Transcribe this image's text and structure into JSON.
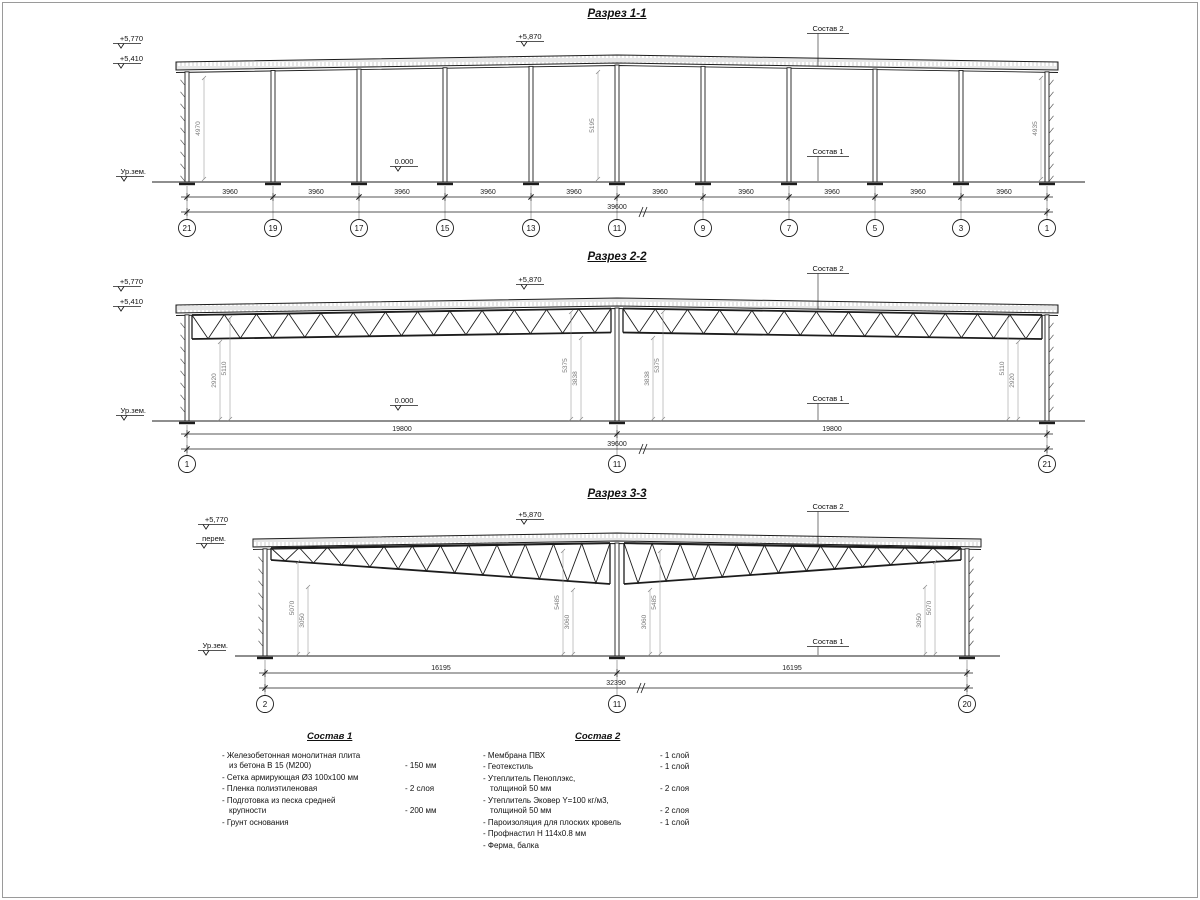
{
  "colors": {
    "line": "#1c1c1c",
    "background": "#ffffff"
  },
  "sections": [
    {
      "title": "Разрез 1-1",
      "elev_top1": "+5,770",
      "elev_top2": "+5,410",
      "elev_ridge": "+5,870",
      "elev_zero": "0.000",
      "ground_label": "Ур.зем.",
      "callout_roof": "Состав 2",
      "callout_floor": "Состав 1",
      "bay_dims": [
        "3960",
        "3960",
        "3960",
        "3960",
        "3960",
        "3960",
        "3960",
        "3960",
        "3960",
        "3960"
      ],
      "total_dim": "39600",
      "grid_bubbles": [
        "21",
        "19",
        "17",
        "15",
        "13",
        "11",
        "9",
        "7",
        "5",
        "3",
        "1"
      ],
      "vertical_dims": [
        "4970",
        "5195",
        "4935"
      ]
    },
    {
      "title": "Разрез 2-2",
      "elev_top1": "+5,770",
      "elev_top2": "+5,410",
      "elev_ridge": "+5,870",
      "elev_zero": "0.000",
      "ground_label": "Ур.зем.",
      "callout_roof": "Состав 2",
      "callout_floor": "Состав 1",
      "bay_dims": [
        "19800",
        "19800"
      ],
      "total_dim": "39600",
      "grid_bubbles": [
        "1",
        "11",
        "21"
      ],
      "vertical_dims": [
        "2920",
        "5110",
        "5375",
        "3838",
        "3838",
        "5375",
        "5110",
        "2920"
      ]
    },
    {
      "title": "Разрез 3-3",
      "elev_top1": "+5,770",
      "elev_top2": "перем.",
      "elev_ridge": "+5,870",
      "ground_label": "Ур.зем.",
      "callout_roof": "Состав 2",
      "callout_floor": "Состав 1",
      "bay_dims": [
        "16195",
        "16195"
      ],
      "total_dim": "32390",
      "grid_bubbles": [
        "2",
        "11",
        "20"
      ],
      "vertical_dims": [
        "5070",
        "3050",
        "5485",
        "3060",
        "3060",
        "5485",
        "3050",
        "5070"
      ]
    }
  ],
  "legends": [
    {
      "title": "Состав 1",
      "items": [
        {
          "lines": [
            "- Железобетонная  монолитная плита",
            "из бетона В 15 (М200)"
          ],
          "value": "- 150 мм"
        },
        {
          "lines": [
            "- Сетка армирующая Ø3 100x100 мм"
          ],
          "value": ""
        },
        {
          "lines": [
            "- Пленка полиэтиленовая"
          ],
          "value": "- 2 слоя"
        },
        {
          "lines": [
            "- Подготовка из песка средней",
            "крупности"
          ],
          "value": "- 200 мм"
        },
        {
          "lines": [
            "- Грунт основания"
          ],
          "value": ""
        }
      ]
    },
    {
      "title": "Состав 2",
      "items": [
        {
          "lines": [
            "- Мембрана ПВХ"
          ],
          "value": "- 1 слой"
        },
        {
          "lines": [
            "- Геотекстиль"
          ],
          "value": "- 1 слой"
        },
        {
          "lines": [
            "- Утеплитель Пеноплэкс,",
            "толщиной 50 мм"
          ],
          "value": "- 2 слоя"
        },
        {
          "lines": [
            "- Утеплитель Эковер Y=100 кг/м3,",
            "толщиной 50 мм"
          ],
          "value": "- 2 слоя"
        },
        {
          "lines": [
            "- Пароизоляция для плоских кровель"
          ],
          "value": "- 1 слой"
        },
        {
          "lines": [
            "- Профнастил Н 114x0.8 мм"
          ],
          "value": ""
        },
        {
          "lines": [
            "- Ферма, балка"
          ],
          "value": ""
        }
      ]
    }
  ]
}
